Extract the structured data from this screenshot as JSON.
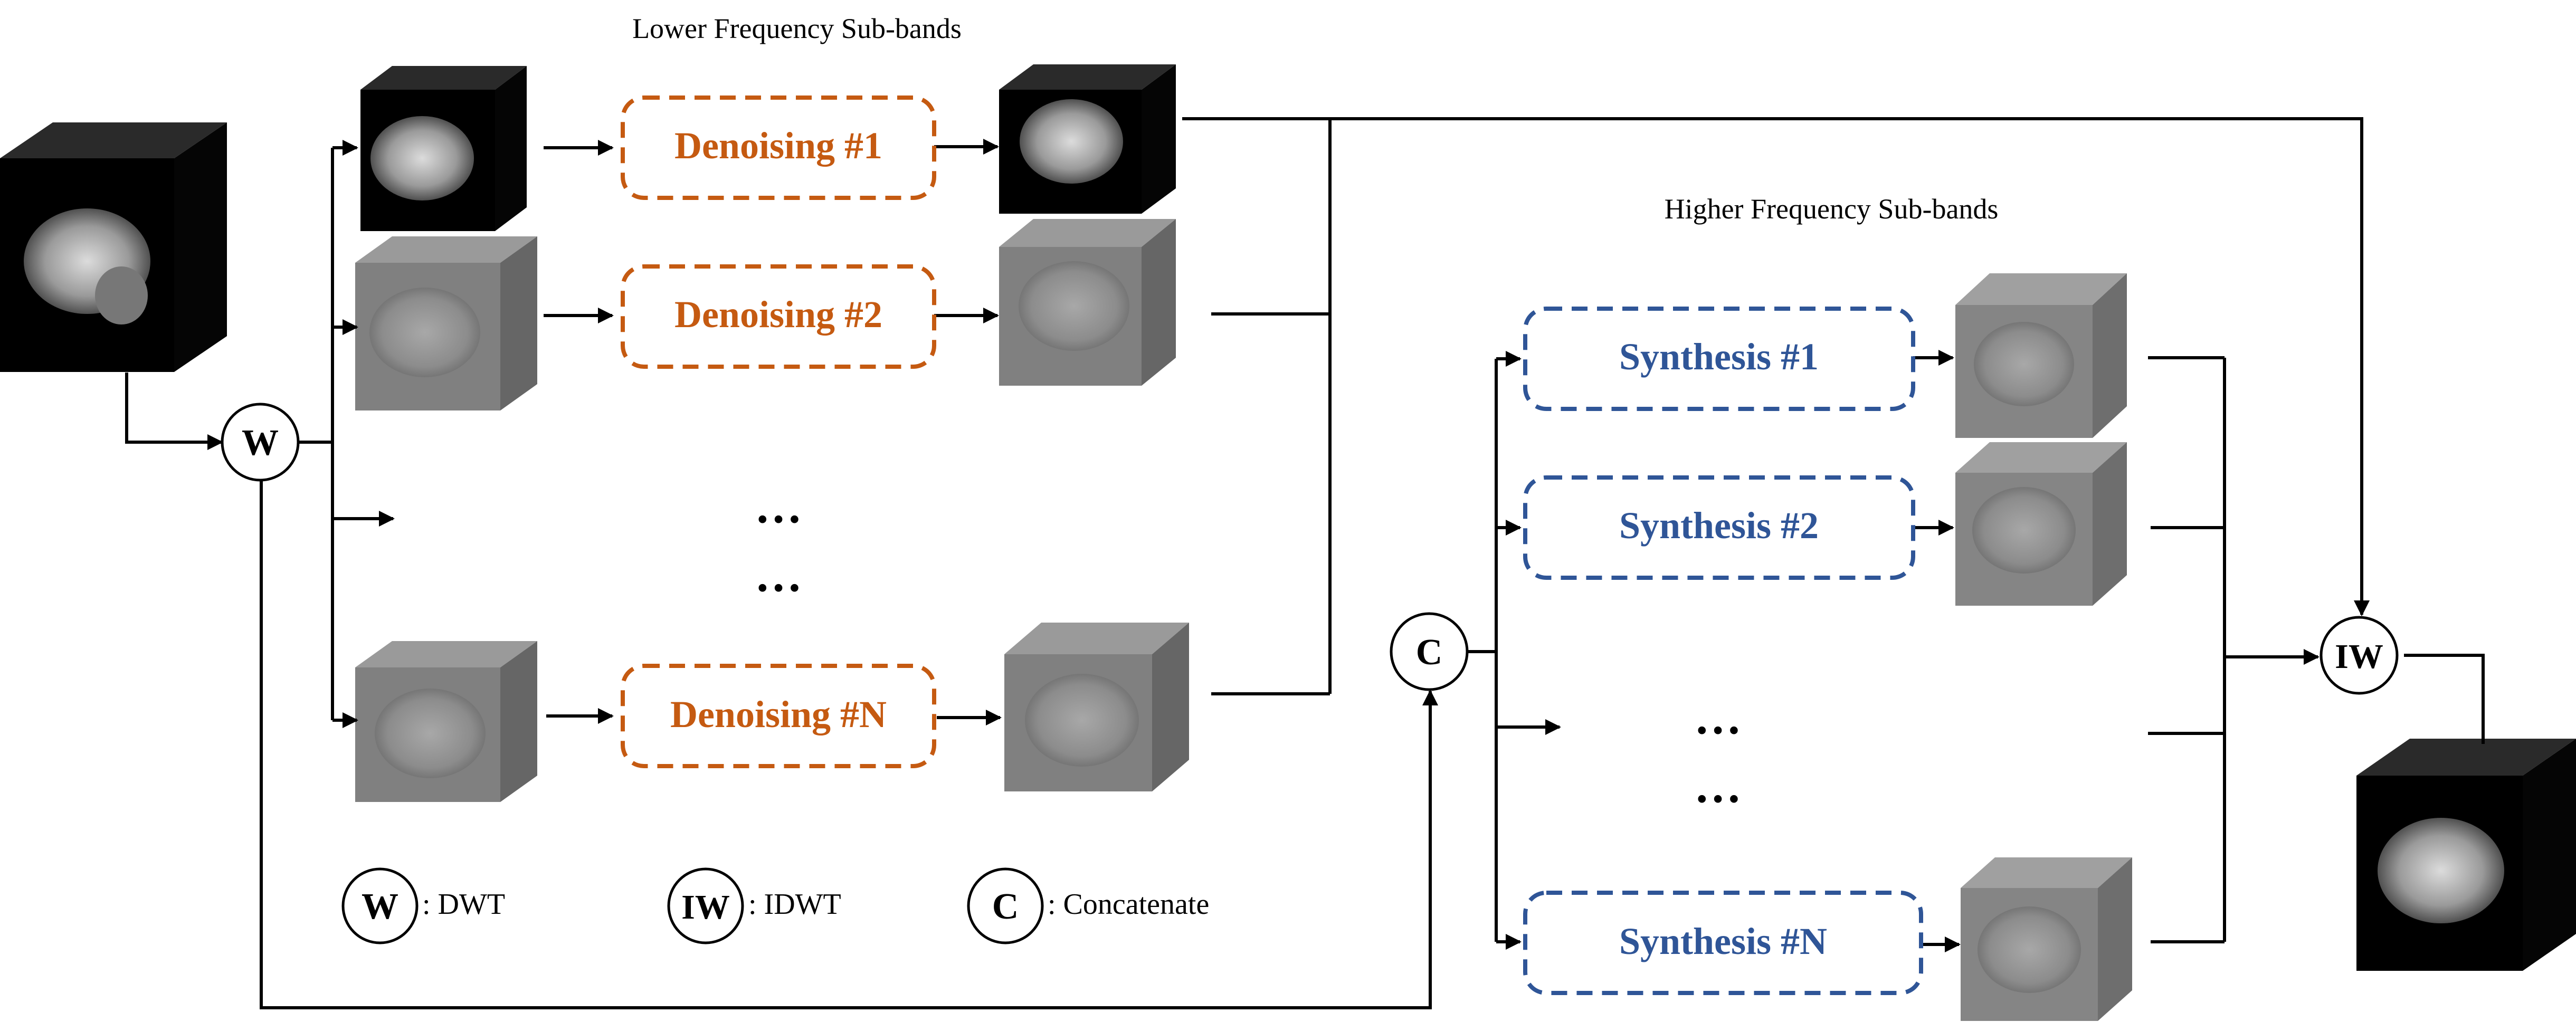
{
  "labels": {
    "lower_bands": "Lower Frequency Sub-bands",
    "higher_bands": "Higher Frequency Sub-bands"
  },
  "denoising": {
    "b1": "Denoising #1",
    "b2": "Denoising #2",
    "bn": "Denoising #N",
    "dots": "…"
  },
  "synthesis": {
    "b1": "Synthesis #1",
    "b2": "Synthesis #2",
    "bn": "Synthesis #N",
    "dots": "…"
  },
  "ops": {
    "w": "W",
    "iw": "IW",
    "c": "C"
  },
  "legend": {
    "w_sym": "W",
    "w_text": ": DWT",
    "iw_sym": "IW",
    "iw_text": ": IDWT",
    "c_sym": "C",
    "c_text": ": Concatenate"
  },
  "colors": {
    "denoise": "#C55A11",
    "synth": "#2F5597",
    "wire": "#000000",
    "vol_gray": "#7f7f7f",
    "vol_black": "#111111"
  },
  "icons": {
    "volume": "brain-mri-slice-icon",
    "arrow": "arrow-right-icon"
  }
}
